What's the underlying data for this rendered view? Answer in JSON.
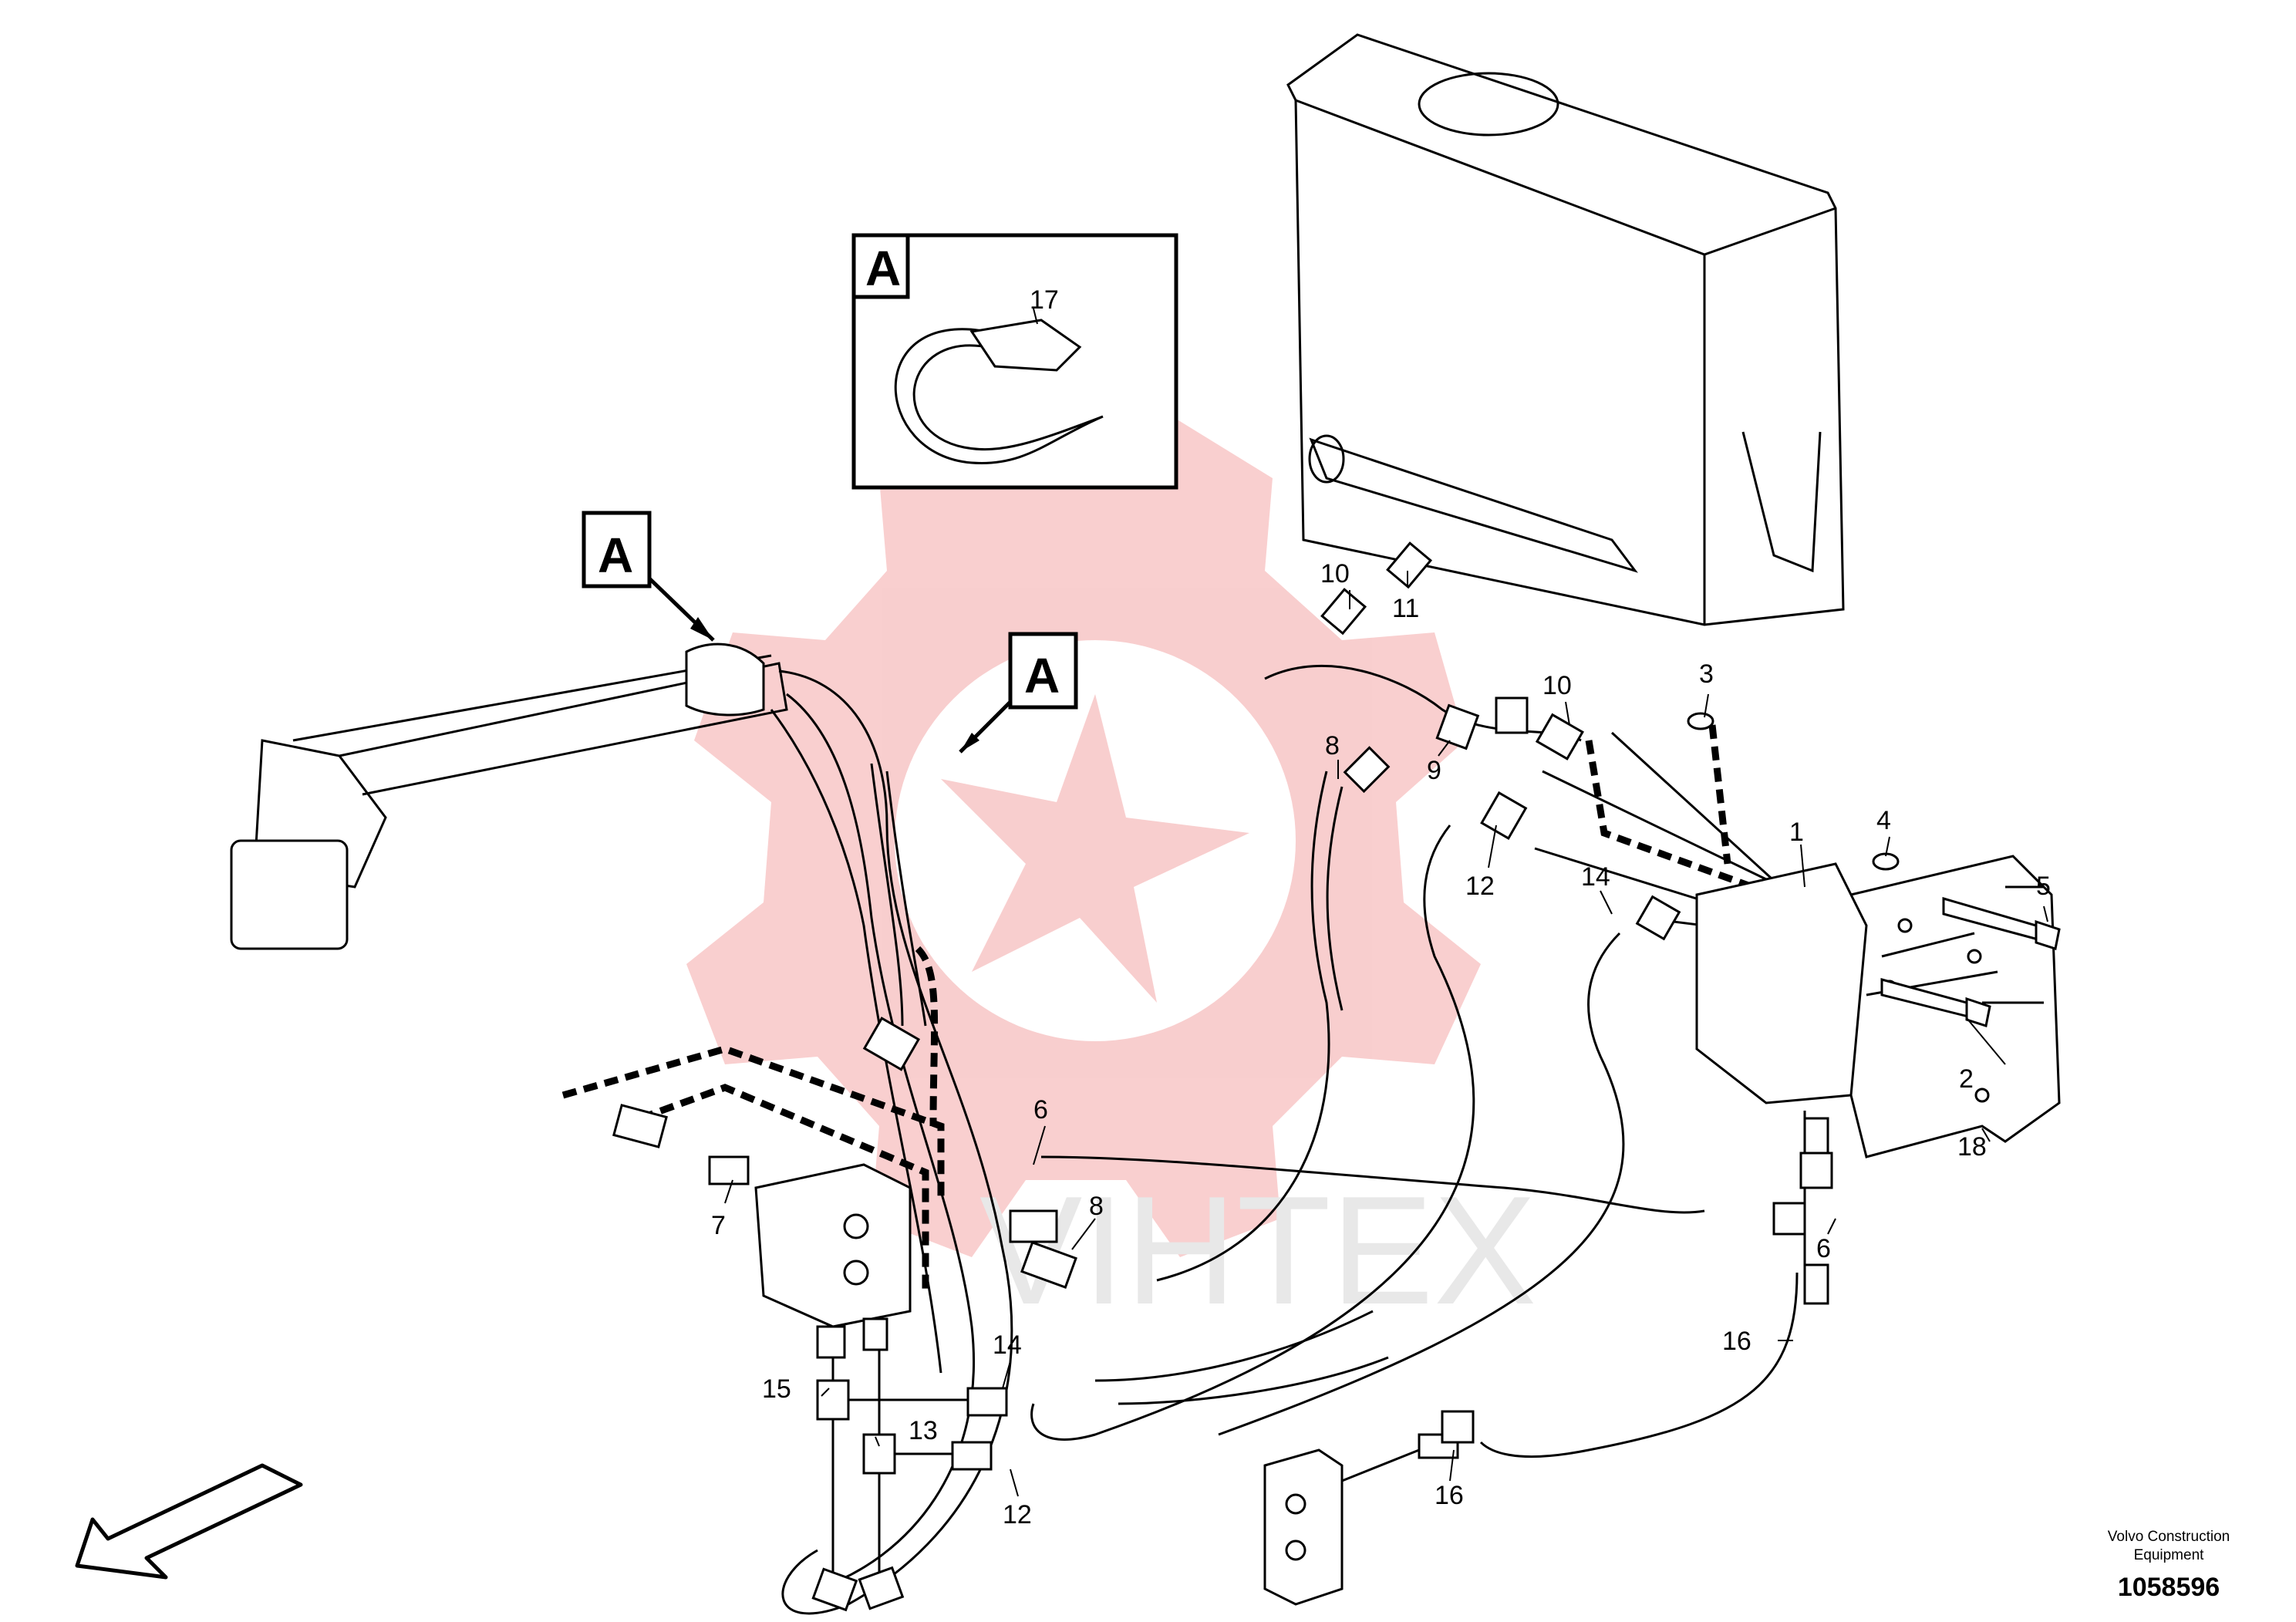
{
  "watermark": {
    "text": "VIHTEX",
    "color": "#f4a7a7"
  },
  "detail": {
    "label": "A",
    "part_number": "17"
  },
  "view_markers": [
    "A",
    "A"
  ],
  "callouts": {
    "c1": "1",
    "c2": "2",
    "c3": "3",
    "c4": "4",
    "c5": "5",
    "c6a": "6",
    "c6b": "6",
    "c7": "7",
    "c8a": "8",
    "c8b": "8",
    "c9": "9",
    "c10a": "10",
    "c10b": "10",
    "c11": "11",
    "c12a": "12",
    "c12b": "12",
    "c13": "13",
    "c14a": "14",
    "c14b": "14",
    "c15": "15",
    "c16a": "16",
    "c16b": "16",
    "c18": "18"
  },
  "footer": {
    "company_line1": "Volvo Construction",
    "company_line2": "Equipment",
    "drawing_number": "1058596"
  },
  "icons": {
    "direction": "direction-arrow-icon"
  }
}
